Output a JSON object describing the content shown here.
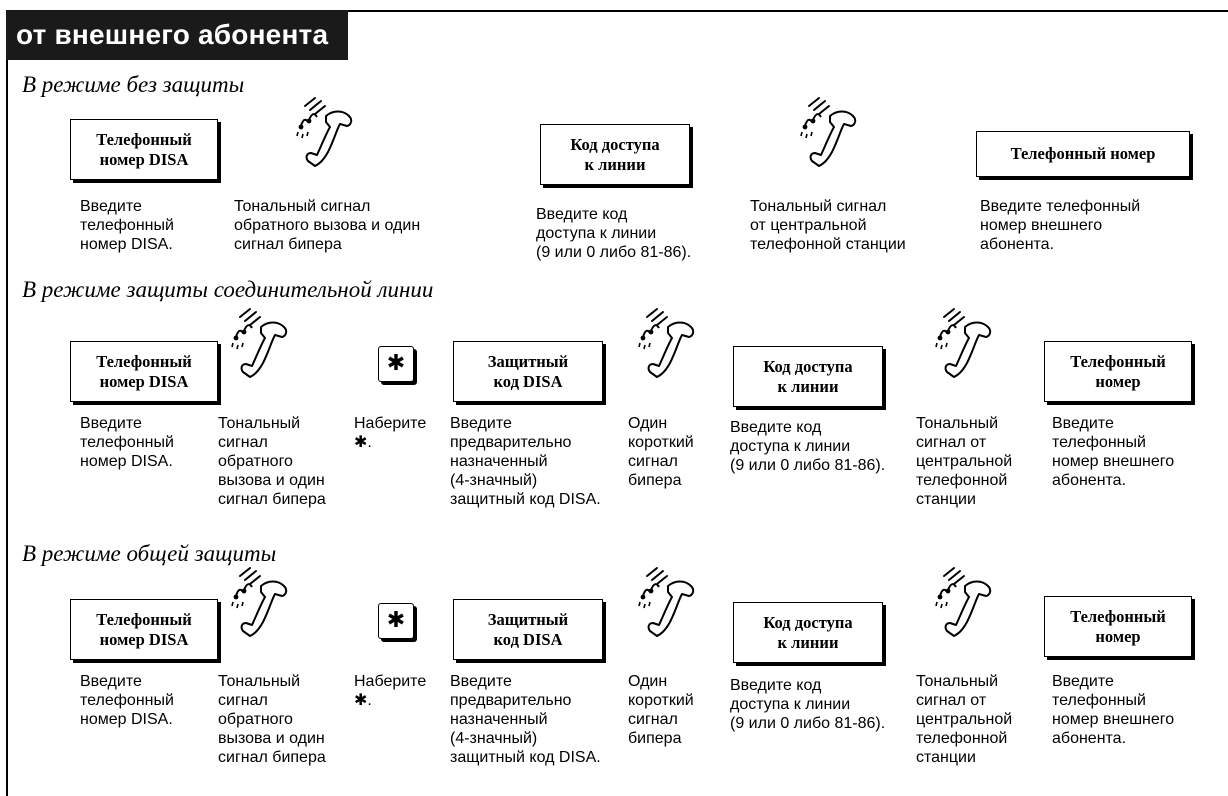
{
  "header": {
    "title": "от внешнего абонента"
  },
  "icons": {
    "tone": "phone-tone-icon",
    "star": "star-key-icon"
  },
  "modes": {
    "unprotected": {
      "title": "В режиме без защиты",
      "keys": {
        "disa_number": "Телефонный\nномер DISA",
        "line_access": "Код доступа\nк линии",
        "phone_number": "Телефонный номер"
      },
      "descs": {
        "enter_disa": "Введите\nтелефонный\nномер DISA.",
        "ringback": "Тональный сигнал\nобратного вызова и один\nсигнал бипера",
        "enter_code": "Введите код\nдоступа к линии\n(9 или 0 либо 81-86).",
        "co_tone": "Тональный сигнал\nот центральной\nтелефонной станции",
        "enter_phone": "Введите телефонный\nномер внешнего\nабонента."
      }
    },
    "trunk": {
      "title": "В режиме защиты соединительной линии",
      "keys": {
        "disa_number": "Телефонный\nномер DISA",
        "star": "✱",
        "security_code": "Защитный\nкод DISA",
        "line_access": "Код доступа\nк линии",
        "phone_number": "Телефонный\nномер"
      },
      "descs": {
        "enter_disa": "Введите\nтелефонный\nномер DISA.",
        "ringback": "Тональный\nсигнал\nобратного\nвызова и один\nсигнал бипера",
        "dial_star": "Наберите\n✱.",
        "enter_security": "Введите\nпредварительно\nназначенный\n(4-значный)\nзащитный код DISA.",
        "short_beep": "Один\nкороткий\nсигнал\nбипера",
        "enter_code": "Введите код\nдоступа к линии\n(9 или 0 либо 81-86).",
        "co_tone": "Тональный\nсигнал от\nцентральной\nтелефонной\nстанции",
        "enter_phone": "Введите\nтелефонный\nномер внешнего\nабонента."
      }
    },
    "general": {
      "title": "В режиме общей защиты",
      "keys": {
        "disa_number": "Телефонный\nномер DISA",
        "star": "✱",
        "security_code": "Защитный\nкод DISA",
        "line_access": "Код доступа\nк линии",
        "phone_number": "Телефонный\nномер"
      },
      "descs": {
        "enter_disa": "Введите\nтелефонный\nномер DISA.",
        "ringback": "Тональный\nсигнал\nобратного\nвызова и один\nсигнал бипера",
        "dial_star": "Наберите\n✱.",
        "enter_security": "Введите\nпредварительно\nназначенный\n(4-значный)\nзащитный код DISA.",
        "short_beep": "Один\nкороткий\nсигнал\nбипера",
        "enter_code": "Введите код\nдоступа к линии\n(9 или 0 либо 81-86).",
        "co_tone": "Тональный\nсигнал от\nцентральной\nтелефонной\nстанции",
        "enter_phone": "Введите\nтелефонный\nномер внешнего\nабонента."
      }
    }
  }
}
